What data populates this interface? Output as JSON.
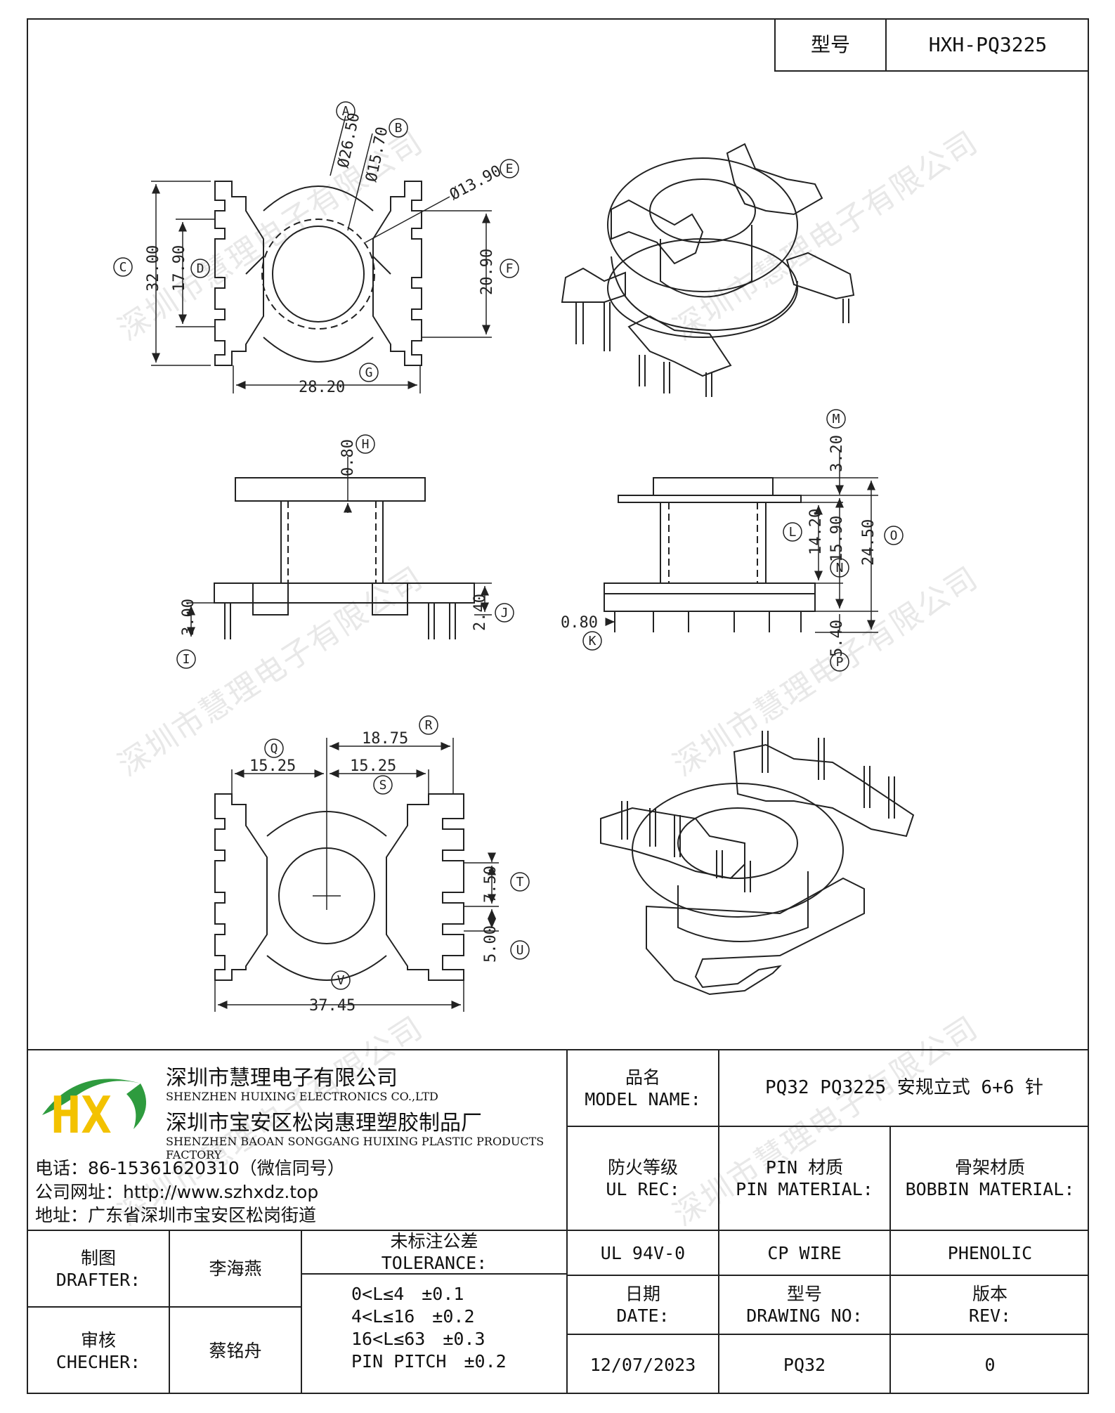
{
  "header": {
    "type_label": "型号",
    "type_value": "HXH-PQ3225"
  },
  "drawing": {
    "top_view": {
      "dims": {
        "A": "Ø26.50",
        "B": "Ø15.70",
        "E": "Ø13.90",
        "C": "32.00",
        "D": "17.90",
        "F": "20.90",
        "G": "28.20"
      },
      "labels": [
        "A",
        "B",
        "E",
        "C",
        "D",
        "F",
        "G"
      ]
    },
    "front_view": {
      "dims": {
        "H": "0.80",
        "I": "3.00",
        "J": "2.40"
      },
      "labels": [
        "H",
        "I",
        "J"
      ]
    },
    "side_view": {
      "dims": {
        "M": "3.20",
        "L": "14.20",
        "N": "15.90",
        "O": "24.50",
        "K": "0.80",
        "P": "5.40"
      },
      "labels": [
        "M",
        "L",
        "N",
        "O",
        "K",
        "P"
      ]
    },
    "bottom_view": {
      "dims": {
        "R": "18.75",
        "Q": "15.25",
        "S": "15.25",
        "T": "7.50",
        "U": "5.00",
        "V": "37.45"
      },
      "labels": [
        "R",
        "Q",
        "S",
        "T",
        "U",
        "V"
      ]
    }
  },
  "company": {
    "logo_letters": "HX",
    "name_cn": "深圳市慧理电子有限公司",
    "name_en": "SHENZHEN HUIXING ELECTRONICS CO.,LTD",
    "factory_cn": "深圳市宝安区松岗惠理塑胶制品厂",
    "factory_en": "SHENZHEN BAOAN SONGGANG HUIXING PLASTIC PRODUCTS FACTORY",
    "phone": "电话：86-15361620310（微信同号）",
    "website": "公司网址：http://www.szhxdz.top",
    "address": "地址：广东省深圳市宝安区松岗街道"
  },
  "watermark": "深圳市慧理电子有限公司",
  "title_block": {
    "model_name_cn": "品名",
    "model_name_en": "MODEL NAME:",
    "model_name_value": "PQ32 PQ3225 安规立式 6+6 针",
    "ul_cn": "防火等级",
    "ul_en": "UL REC:",
    "pin_cn": "PIN 材质",
    "pin_en": "PIN MATERIAL:",
    "bobbin_cn": "骨架材质",
    "bobbin_en": "BOBBIN MATERIAL:",
    "ul_value": "UL 94V-0",
    "pin_value": "CP WIRE",
    "bobbin_value": "PHENOLIC",
    "drafter_cn": "制图",
    "drafter_en": "DRAFTER:",
    "drafter_value": "李海燕",
    "checker_cn": "审核",
    "checker_en": "CHECHER:",
    "checker_value": "蔡铭舟",
    "tolerance_cn": "未标注公差",
    "tolerance_en": "TOLERANCE:",
    "tolerances": [
      "0<L≤4　±0.1",
      "4<L≤16　±0.2",
      "16<L≤63　±0.3",
      "PIN PITCH　±0.2"
    ],
    "date_cn": "日期",
    "date_en": "DATE:",
    "date_value": "12/07/2023",
    "drawing_no_cn": "型号",
    "drawing_no_en": "DRAWING NO:",
    "drawing_no_value": "PQ32",
    "rev_cn": "版本",
    "rev_en": "REV:",
    "rev_value": "0"
  },
  "colors": {
    "logo_green": "#2e9b3e",
    "logo_yellow": "#f3c200",
    "line": "#222222"
  }
}
